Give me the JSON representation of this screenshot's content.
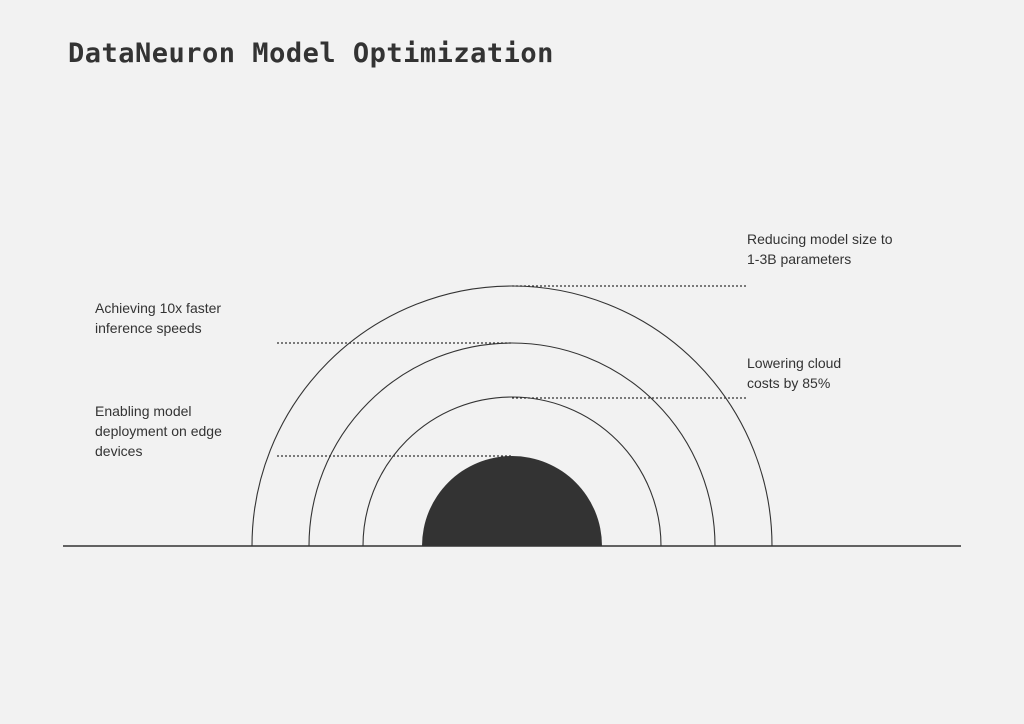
{
  "title": "DataNeuron Model Optimization",
  "labels": {
    "reduce_size": {
      "line1": "Reducing model size to",
      "line2": "1-3B parameters"
    },
    "faster_inference": {
      "line1": "Achieving 10x faster",
      "line2": "inference speeds"
    },
    "lower_costs": {
      "line1": "Lowering cloud",
      "line2": "costs by 85%"
    },
    "edge_deploy": {
      "line1": "Enabling model",
      "line2": "deployment on edge",
      "line3": "devices"
    }
  },
  "colors": {
    "background": "#f2f2f2",
    "stroke": "#333333",
    "core_fill": "#333333"
  }
}
